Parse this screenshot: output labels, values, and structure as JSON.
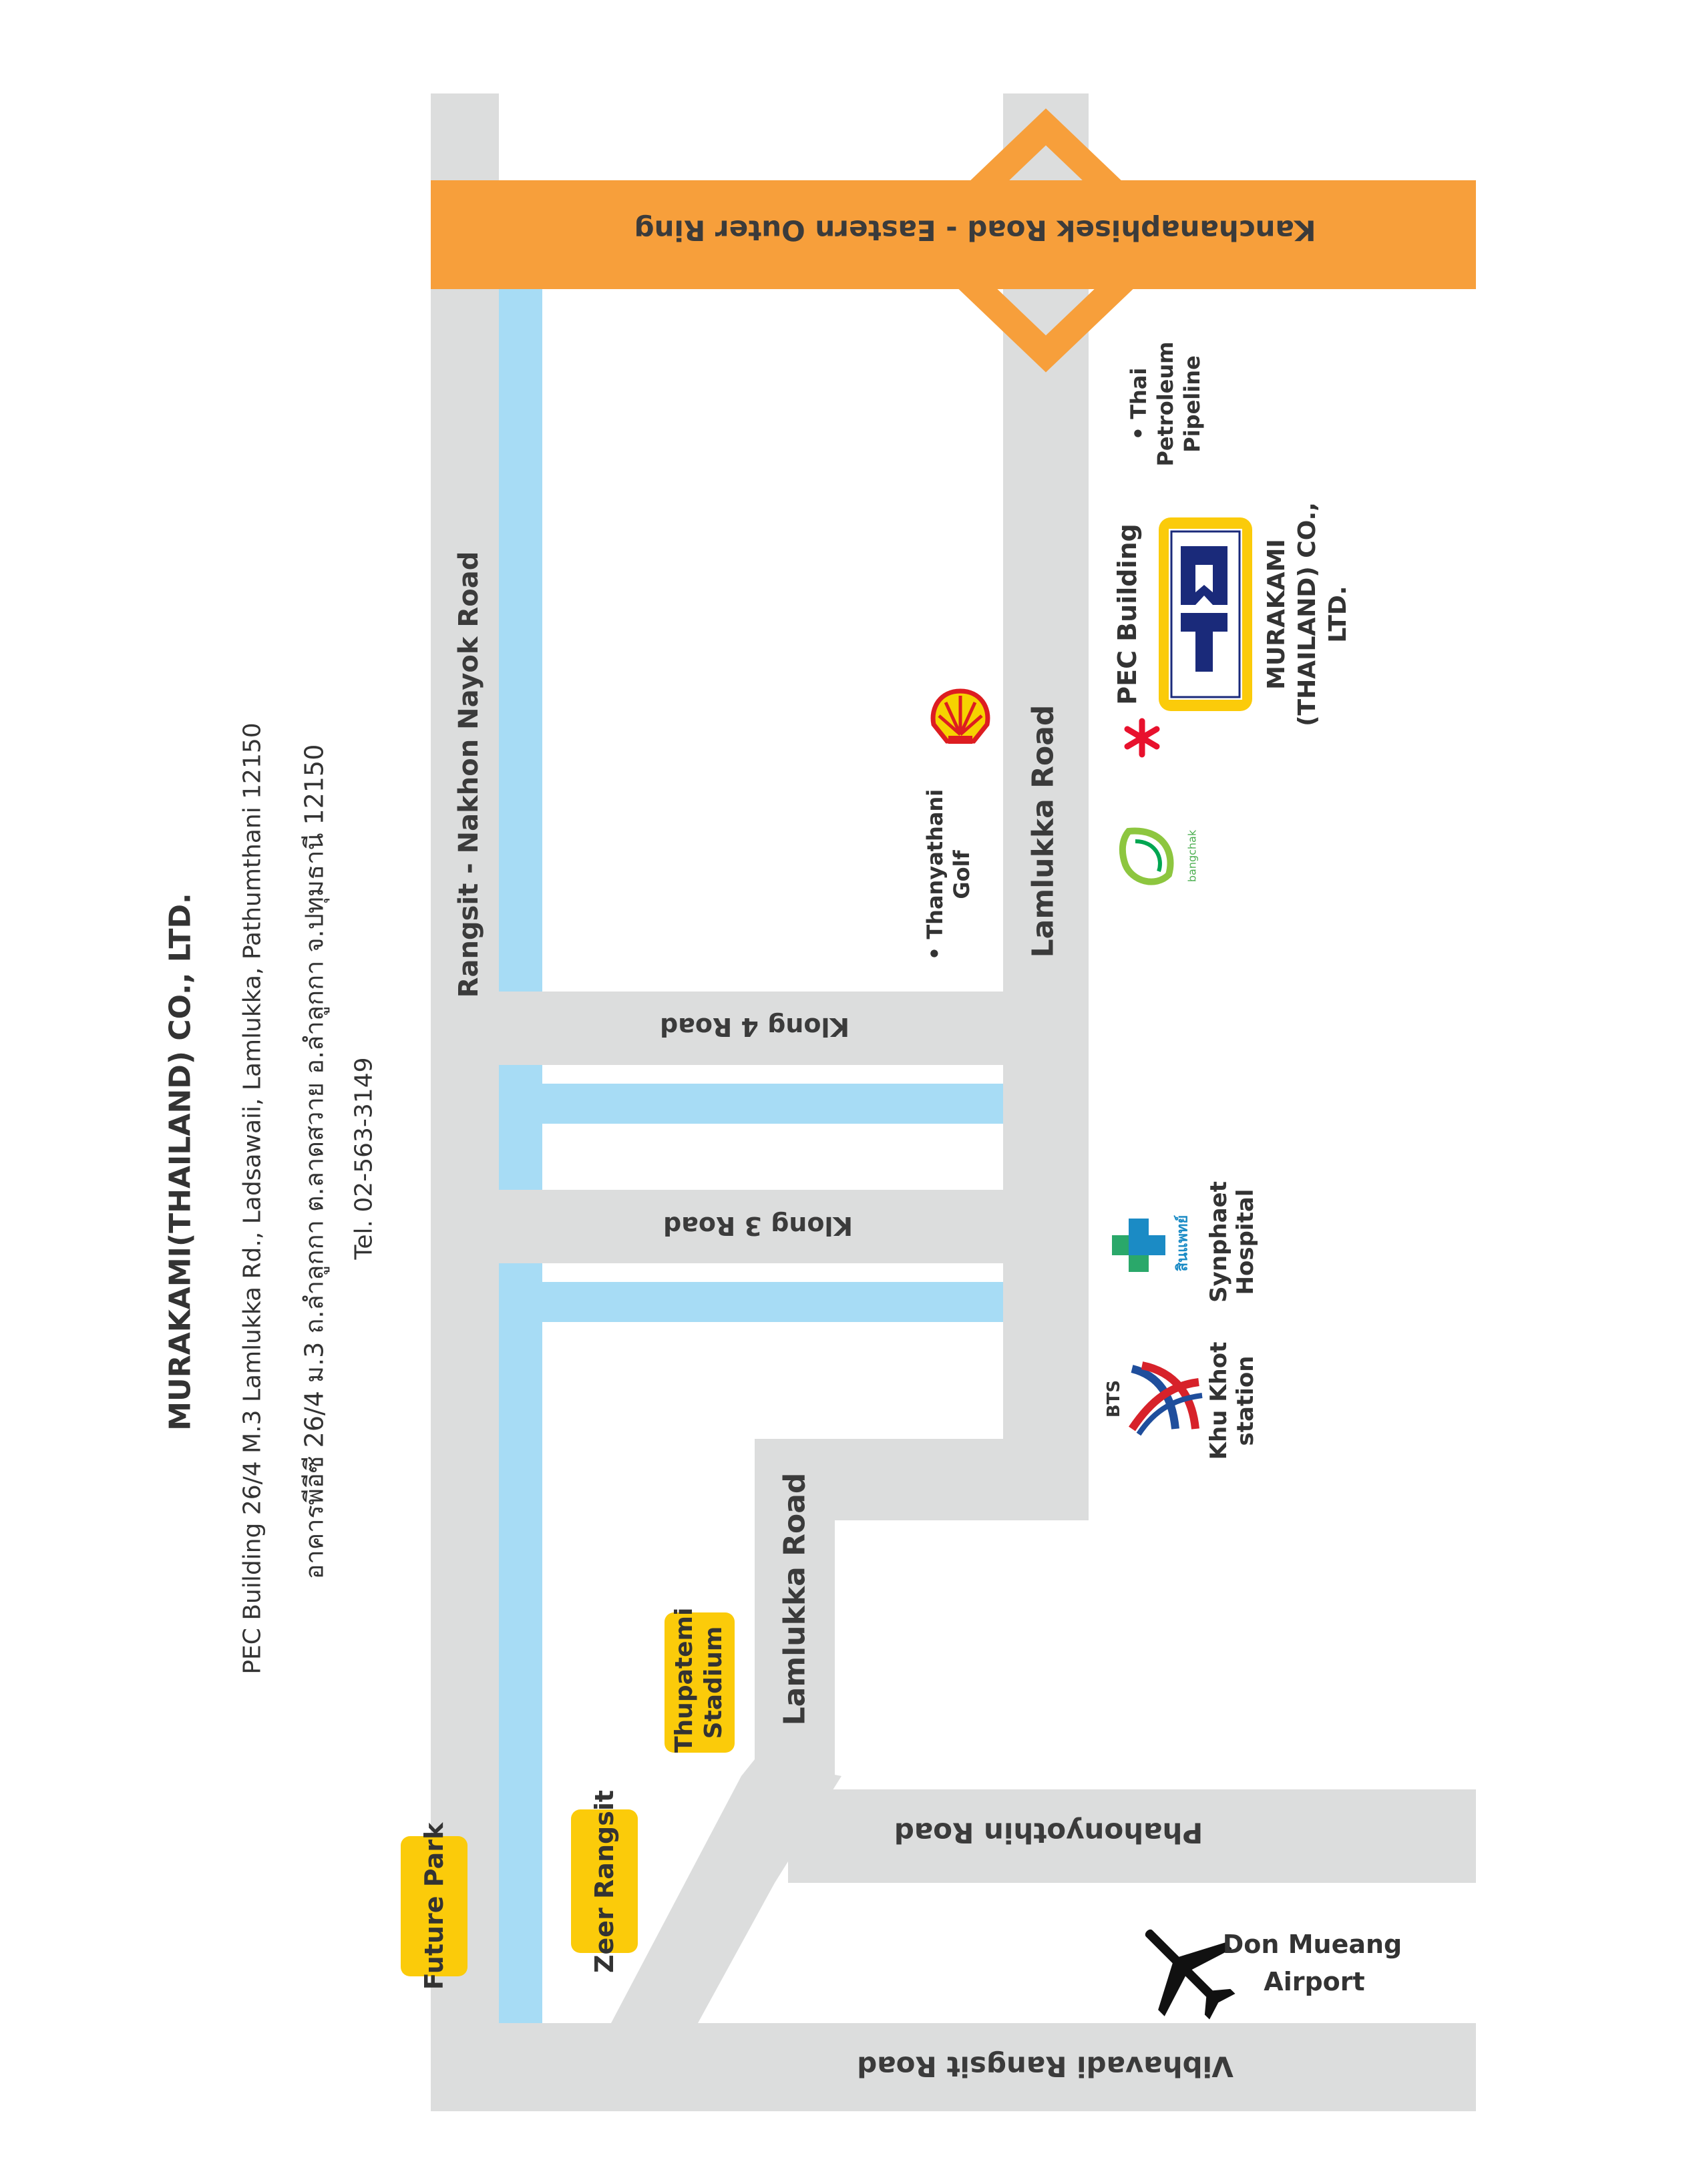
{
  "header": {
    "company": "MURAKAMI(THAILAND) CO., LTD.",
    "address_en": "PEC Building 26/4 M.3 Lamlukka Rd., Ladsawaii, Lamlukka, Pathumthani 12150",
    "address_th": "อาคารพีอีซี 26/4 ม.3 ถ.ลำลูกกา ต.ลาดสวาย อ.ลำลูกกา จ.ปทุมธานี 12150",
    "tel": "Tel. 02-563-3149"
  },
  "roads": {
    "ring": "Kanchanaphisek Road - Eastern Outer Ring",
    "rangsit_nakhon": "Rangsit - Nakhon Nayok Road",
    "klong4": "Klong 4 Road",
    "klong3": "Klong 3 Road",
    "lamlukka_upper": "Lamlukka Road",
    "lamlukka_lower": "Lamlukka Road",
    "phahonyothin": "Phahonyothin Road",
    "vibhavadi": "Vibhavadi Rangsit Road"
  },
  "places": {
    "future_park": "Future Park",
    "zeer_rangsit": "Zeer Rangsit",
    "thupatemi": "Thupatemi Stadium",
    "thanyathani": "Thanyathani Golf",
    "pec_building": "PEC Building",
    "murakami": "MURAKAMI (THAILAND) CO., LTD.",
    "pipeline": "Thai Petroleum Pipeline",
    "synphaet": "Synphaet Hospital",
    "khu_khot": "Khu Khot station",
    "airport_line1": "Don Mueang",
    "airport_line2": "Airport",
    "bts": "BTS",
    "bangchak": "bangchak",
    "synphaet_thai": "สินแพทย์"
  },
  "colors": {
    "road": "#dcdddd",
    "water": "#a7dcf5",
    "ring": "#f79f3b",
    "tag": "#fbcb0a",
    "asterisk": "#e8112d"
  },
  "icons": {
    "shell": "shell-logo-icon",
    "bangchak": "bangchak-logo-icon",
    "synphaet": "synphaet-logo-icon",
    "bts": "bts-logo-icon",
    "airplane": "airplane-icon",
    "asterisk": "asterisk-marker-icon",
    "mt_logo": "murakami-logo-icon"
  }
}
